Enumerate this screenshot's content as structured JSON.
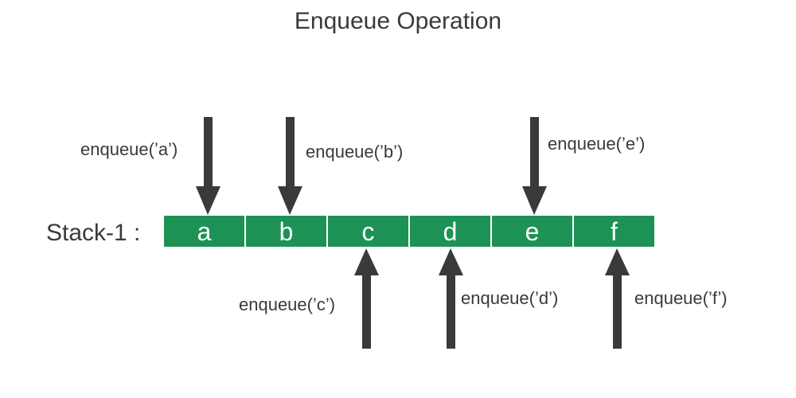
{
  "title": "Enqueue Operation",
  "stack_label": "Stack-1 :",
  "cells": [
    "a",
    "b",
    "c",
    "d",
    "e",
    "f"
  ],
  "operations": [
    {
      "label": "enqueue(’a’)",
      "cell": "a",
      "direction": "down"
    },
    {
      "label": "enqueue(’b’)",
      "cell": "b",
      "direction": "down"
    },
    {
      "label": "enqueue(’c’)",
      "cell": "c",
      "direction": "up"
    },
    {
      "label": "enqueue(’d’)",
      "cell": "d",
      "direction": "up"
    },
    {
      "label": "enqueue(’e’)",
      "cell": "e",
      "direction": "down"
    },
    {
      "label": "enqueue(’f’)",
      "cell": "f",
      "direction": "up"
    }
  ],
  "colors": {
    "cell": "#1e9255",
    "arrow": "#3a3a3a",
    "text": "#3a3a3a"
  }
}
